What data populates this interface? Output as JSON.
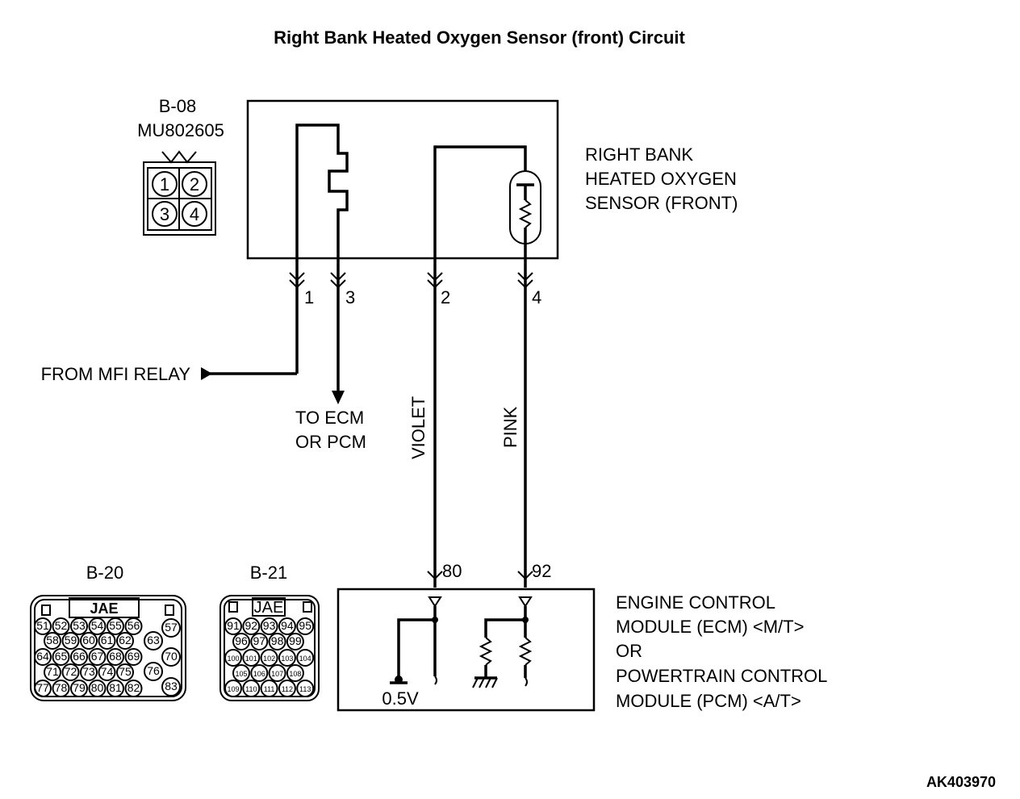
{
  "title": "Right Bank Heated Oxygen Sensor (front) Circuit",
  "reference_code": "AK403970",
  "sensor_connector": {
    "id": "B-08",
    "part_number": "MU802605",
    "pins": [
      "1",
      "2",
      "3",
      "4"
    ]
  },
  "sensor": {
    "label_lines": [
      "RIGHT BANK",
      "HEATED OXYGEN",
      "SENSOR (FRONT)"
    ]
  },
  "wires": [
    {
      "pin": "1",
      "destination": "FROM MFI RELAY"
    },
    {
      "pin": "3",
      "destination_lines": [
        "TO ECM",
        "OR PCM"
      ]
    },
    {
      "pin": "2",
      "color": "VIOLET",
      "ecm_pin": "80"
    },
    {
      "pin": "4",
      "color": "PINK",
      "ecm_pin": "92"
    }
  ],
  "ecm": {
    "label_lines": [
      "ENGINE CONTROL",
      "MODULE (ECM) <M/T>",
      "OR",
      "POWERTRAIN CONTROL",
      "MODULE (PCM) <A/T>"
    ],
    "reference_voltage": "0.5V"
  },
  "ecm_connectors": [
    {
      "id": "B-20",
      "brand": "JAE",
      "rows": [
        [
          "51",
          "52",
          "53",
          "54",
          "55",
          "56"
        ],
        [
          "58",
          "59",
          "60",
          "61",
          "62"
        ],
        [
          "64",
          "65",
          "66",
          "67",
          "68",
          "69"
        ],
        [
          "71",
          "72",
          "73",
          "74",
          "75"
        ],
        [
          "77",
          "78",
          "79",
          "80",
          "81",
          "82"
        ]
      ],
      "side_pins": [
        "57",
        "63",
        "70",
        "76",
        "83"
      ]
    },
    {
      "id": "B-21",
      "brand": "JAE",
      "rows": [
        [
          "91",
          "92",
          "93",
          "94",
          "95"
        ],
        [
          "96",
          "97",
          "98",
          "99"
        ],
        [
          "100",
          "101",
          "102",
          "103",
          "104"
        ],
        [
          "105",
          "106",
          "107",
          "108"
        ],
        [
          "109",
          "110",
          "111",
          "112",
          "113"
        ]
      ]
    }
  ]
}
